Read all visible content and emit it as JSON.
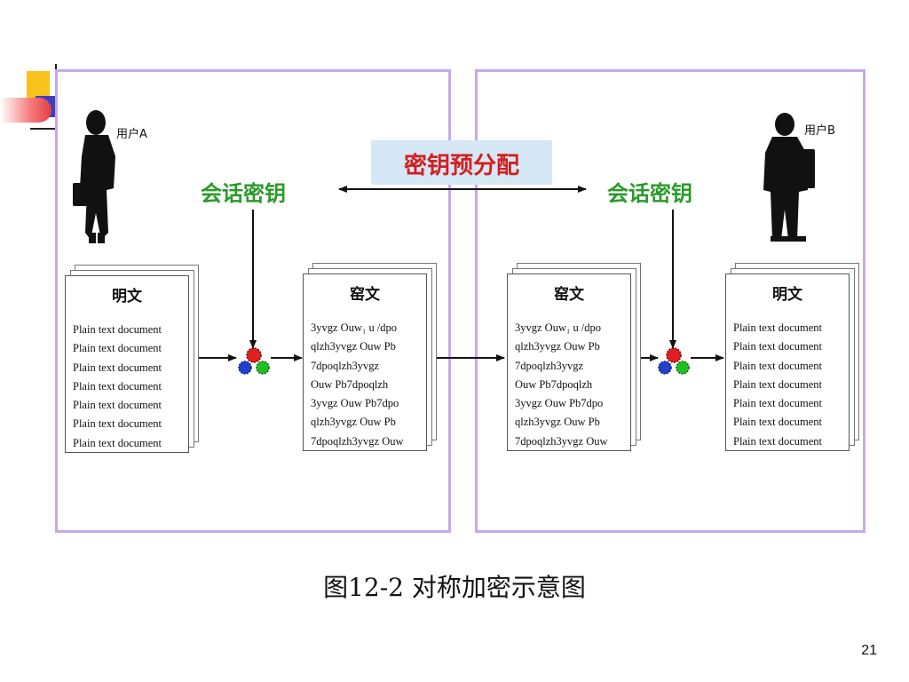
{
  "colors": {
    "panel_border": "#c8a8ec",
    "session_key": "#2a9a2a",
    "key_predistribution": "#d02020",
    "key_box_bg": "#d6e7f6"
  },
  "diagram": {
    "user_a": "用户A",
    "user_b": "用户B",
    "key_predistribution": "密钥预分配",
    "session_key_left": "会话密钥",
    "session_key_right": "会话密钥",
    "plaintext_title_left": "明文",
    "ciphertext_title_left": "窑文",
    "ciphertext_title_right": "窑文",
    "plaintext_title_right": "明文",
    "plaintext_lines": [
      "Plain text document",
      "Plain text document",
      "Plain text document",
      "Plain text document",
      "Plain text document",
      "Plain text document",
      "Plain text document"
    ],
    "ciphertext_lines": [
      "3yvgz  Ouw₁ u /dpo",
      "qlzh3yvgz Ouw Pb",
      "7dpoqlzh3yvgz",
      "Ouw Pb7dpoqlzh",
      "3yvgz Ouw Pb7dpo",
      "qlzh3yvgz Ouw Pb",
      "7dpoqlzh3yvgz Ouw"
    ],
    "icons": [
      "person-silhouette-icon",
      "gears-icon"
    ]
  },
  "slide": {
    "caption": "图12-2  对称加密示意图",
    "page_number": "21"
  }
}
